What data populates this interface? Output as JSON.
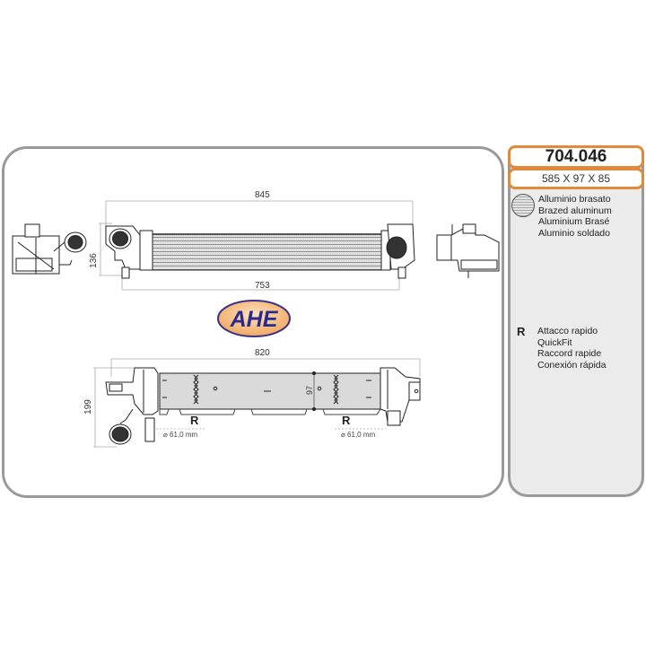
{
  "product": {
    "code": "704.046",
    "dimensions": "585 X 97 X 85"
  },
  "material": {
    "icon": "brazed-aluminum-icon",
    "labels": [
      "Alluminio brasato",
      "Brazed aluminum",
      "Aluminium Brasé",
      "Aluminio soldado"
    ]
  },
  "connection": {
    "badge": "R",
    "labels": [
      "Attacco rapido",
      "QuickFit",
      "Raccord rapide",
      "Conexión rápida"
    ]
  },
  "drawing": {
    "top_view": {
      "overall_length": "845",
      "core_length": "753",
      "height": "136"
    },
    "bottom_view": {
      "overall_length": "820",
      "height": "199",
      "core_thickness": "97",
      "left_connector": {
        "badge": "R",
        "diameter": "61,0 mm"
      },
      "right_connector": {
        "badge": "R",
        "diameter": "61,0 mm"
      }
    }
  },
  "logo": {
    "text": "AHE"
  },
  "colors": {
    "accent_orange": "#e08a3a",
    "panel_border": "#9a9a9a",
    "side_panel_bg": "#ebebeb",
    "logo_blue": "#2a2a8c",
    "logo_orange": "#f0a860"
  }
}
